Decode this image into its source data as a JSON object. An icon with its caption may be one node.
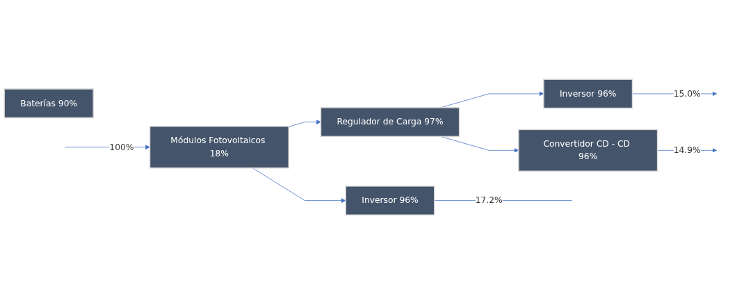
{
  "diagram": {
    "nodes": [
      {
        "text": [
          "Módulos Fotovoltaicos 18%"
        ]
      },
      {
        "text": [
          "Regulador de Carga 97%"
        ]
      },
      {
        "text": [
          "Inversor 96%"
        ]
      },
      {
        "text": [
          "Inversor 96%"
        ]
      },
      {
        "text": [
          "Convertidor CD - CD 96%"
        ]
      },
      {
        "text": [
          "Baterías 90%"
        ]
      }
    ],
    "edges": [
      {
        "from": null,
        "to": 0,
        "arrow": "to",
        "label": "100%"
      },
      {
        "from": 0,
        "to": 1,
        "arrow": "to"
      },
      {
        "from": 0,
        "to": 2,
        "arrow": "to"
      },
      {
        "from": 2,
        "to": null,
        "arrow": "none",
        "label": "17.2%"
      },
      {
        "from": 1,
        "to": 3,
        "arrow": "to"
      },
      {
        "from": 1,
        "to": 4,
        "arrow": "to"
      },
      {
        "from": 3,
        "to": null,
        "arrow": "to",
        "label": "15.0%"
      },
      {
        "from": 4,
        "to": null,
        "arrow": "to",
        "label": "14.9%"
      }
    ]
  }
}
